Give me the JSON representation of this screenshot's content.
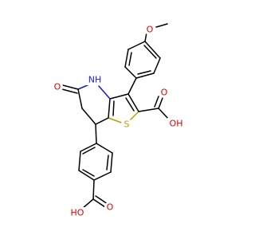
{
  "structure": {
    "atom_labels": {
      "methoxy_oxygen": "O",
      "nh": "NH",
      "lactam_oxygen": "O",
      "thiophene_sulfur": "S",
      "carboxyl_oh_right": "OH",
      "carboxyl_o_right": "O",
      "carboxyl_o_bottom": "O",
      "carboxyl_oh_bottom": "HO"
    },
    "colors": {
      "bond": "#000000",
      "oxygen": "#e00000",
      "nitrogen": "#1a1adc",
      "sulfur": "#b8a000",
      "background": "#ffffff"
    }
  }
}
